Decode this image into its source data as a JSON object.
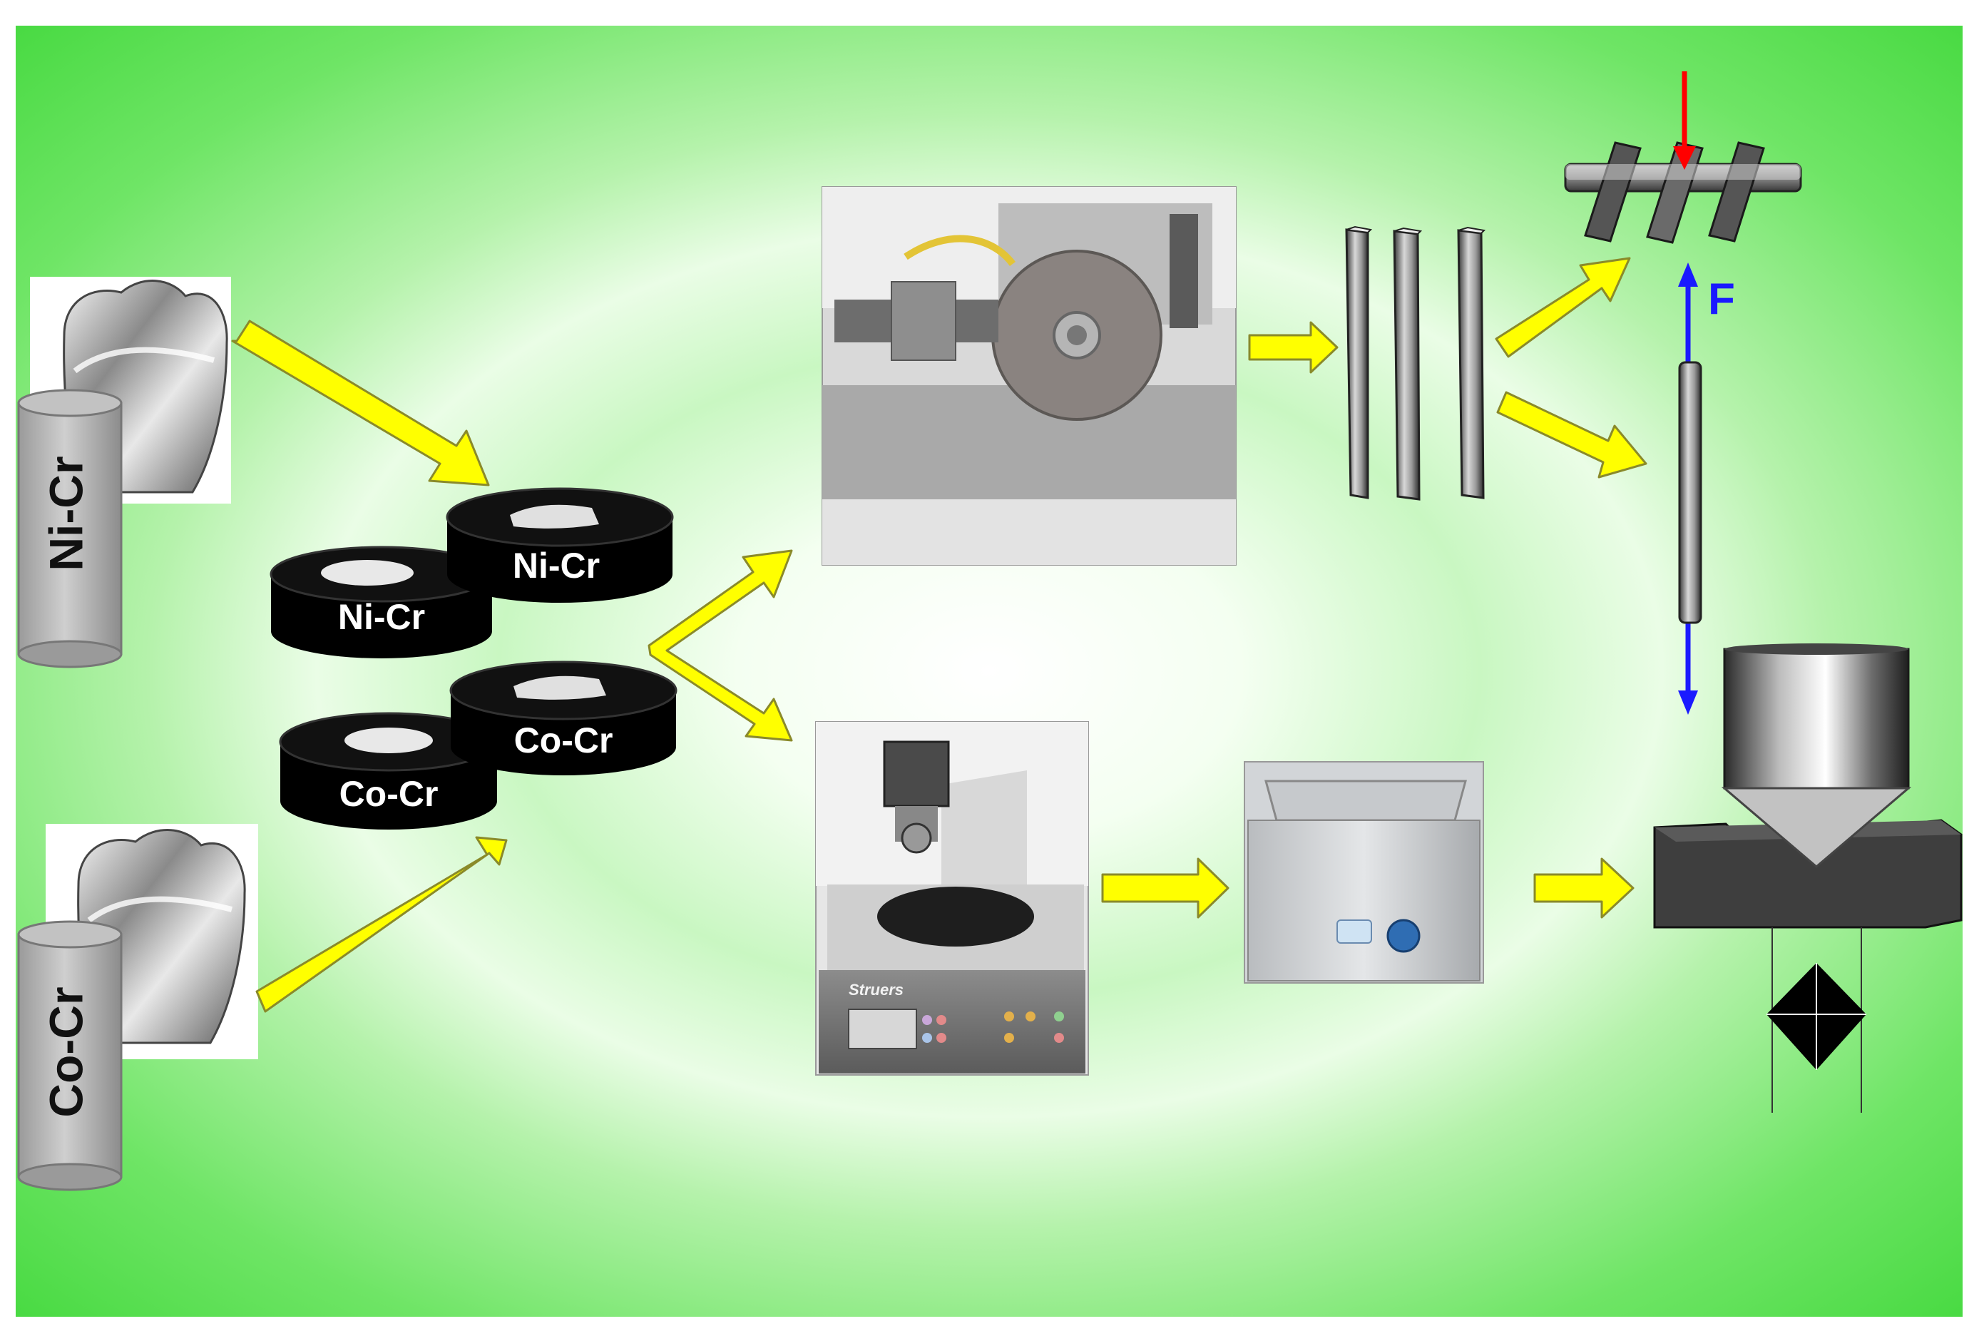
{
  "labels": {
    "rod_nicr": "Ni-Cr",
    "rod_cocr": "Co-Cr",
    "disc_nicr_back": "Ni-Cr",
    "disc_nicr_front": "Ni-Cr",
    "disc_cocr_back": "Co-Cr",
    "disc_cocr_front": "Co-Cr",
    "force": "F",
    "polisher_brand": "Struers"
  },
  "colors": {
    "background_edge": "#4ddc4a",
    "background_center": "#ffffff",
    "flow_arrow": "#ffff00",
    "flow_arrow_outline": "#8a8a2a",
    "load_arrow": "#ff0000",
    "force_arrow": "#1a1aff",
    "disc": "#000000",
    "disc_text": "#ffffff"
  },
  "icons": [
    "tooth-crown-icon",
    "alloy-rod-icon",
    "specimen-disc-icon",
    "cutting-machine-photo",
    "polishing-machine-photo",
    "ultrasonic-bath-photo",
    "bar-specimen-icon",
    "three-point-bending-icon",
    "vickers-indenter-icon",
    "indentation-diamond-icon"
  ]
}
